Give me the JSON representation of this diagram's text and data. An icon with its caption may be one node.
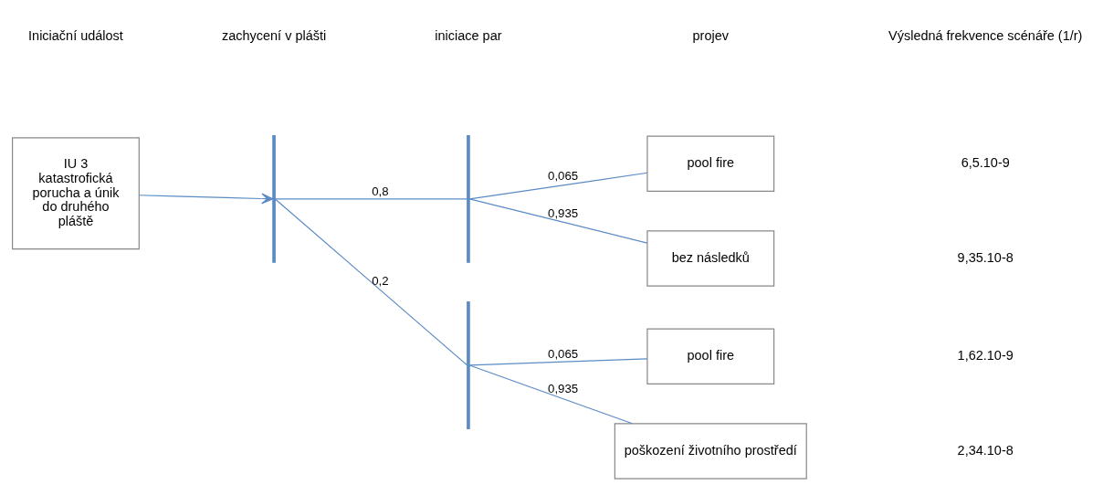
{
  "diagram": {
    "nodes": [
      {
        "text": [
          "IU 3  katastrofická porucha a únik do druhého pláště"
        ]
      },
      {
        "text": [],
        "shape": "bar"
      },
      {
        "text": [],
        "shape": "bar"
      },
      {
        "text": [
          "pool fire"
        ]
      },
      {
        "text": [
          "bez následků"
        ]
      },
      {
        "text": [],
        "shape": "bar"
      },
      {
        "text": [
          "pool fire"
        ]
      },
      {
        "text": [
          "poškození životního prostředí"
        ]
      }
    ],
    "edges": [
      {
        "from": 0,
        "to": 1,
        "arrow": "to"
      },
      {
        "from": 1,
        "to": 2,
        "arrow": "none",
        "label": "0,8"
      },
      {
        "from": 2,
        "to": 3,
        "arrow": "none",
        "label": "0,065"
      },
      {
        "from": 2,
        "to": 4,
        "arrow": "none",
        "label": "0,935"
      },
      {
        "from": 1,
        "to": 5,
        "arrow": "none",
        "label": "0,2"
      },
      {
        "from": 5,
        "to": 6,
        "arrow": "none",
        "label": "0,065"
      },
      {
        "from": 5,
        "to": 7,
        "arrow": "none",
        "label": "0,935"
      }
    ],
    "labels": [
      "Iniciační událost",
      "zachycení v plášti",
      "iniciace par",
      "projev",
      "Výsledná frekvence scénáře (1/r)",
      "6,5.10-9",
      "9,35.10-8",
      "1,62.10-9",
      "2,34.10-8"
    ]
  }
}
